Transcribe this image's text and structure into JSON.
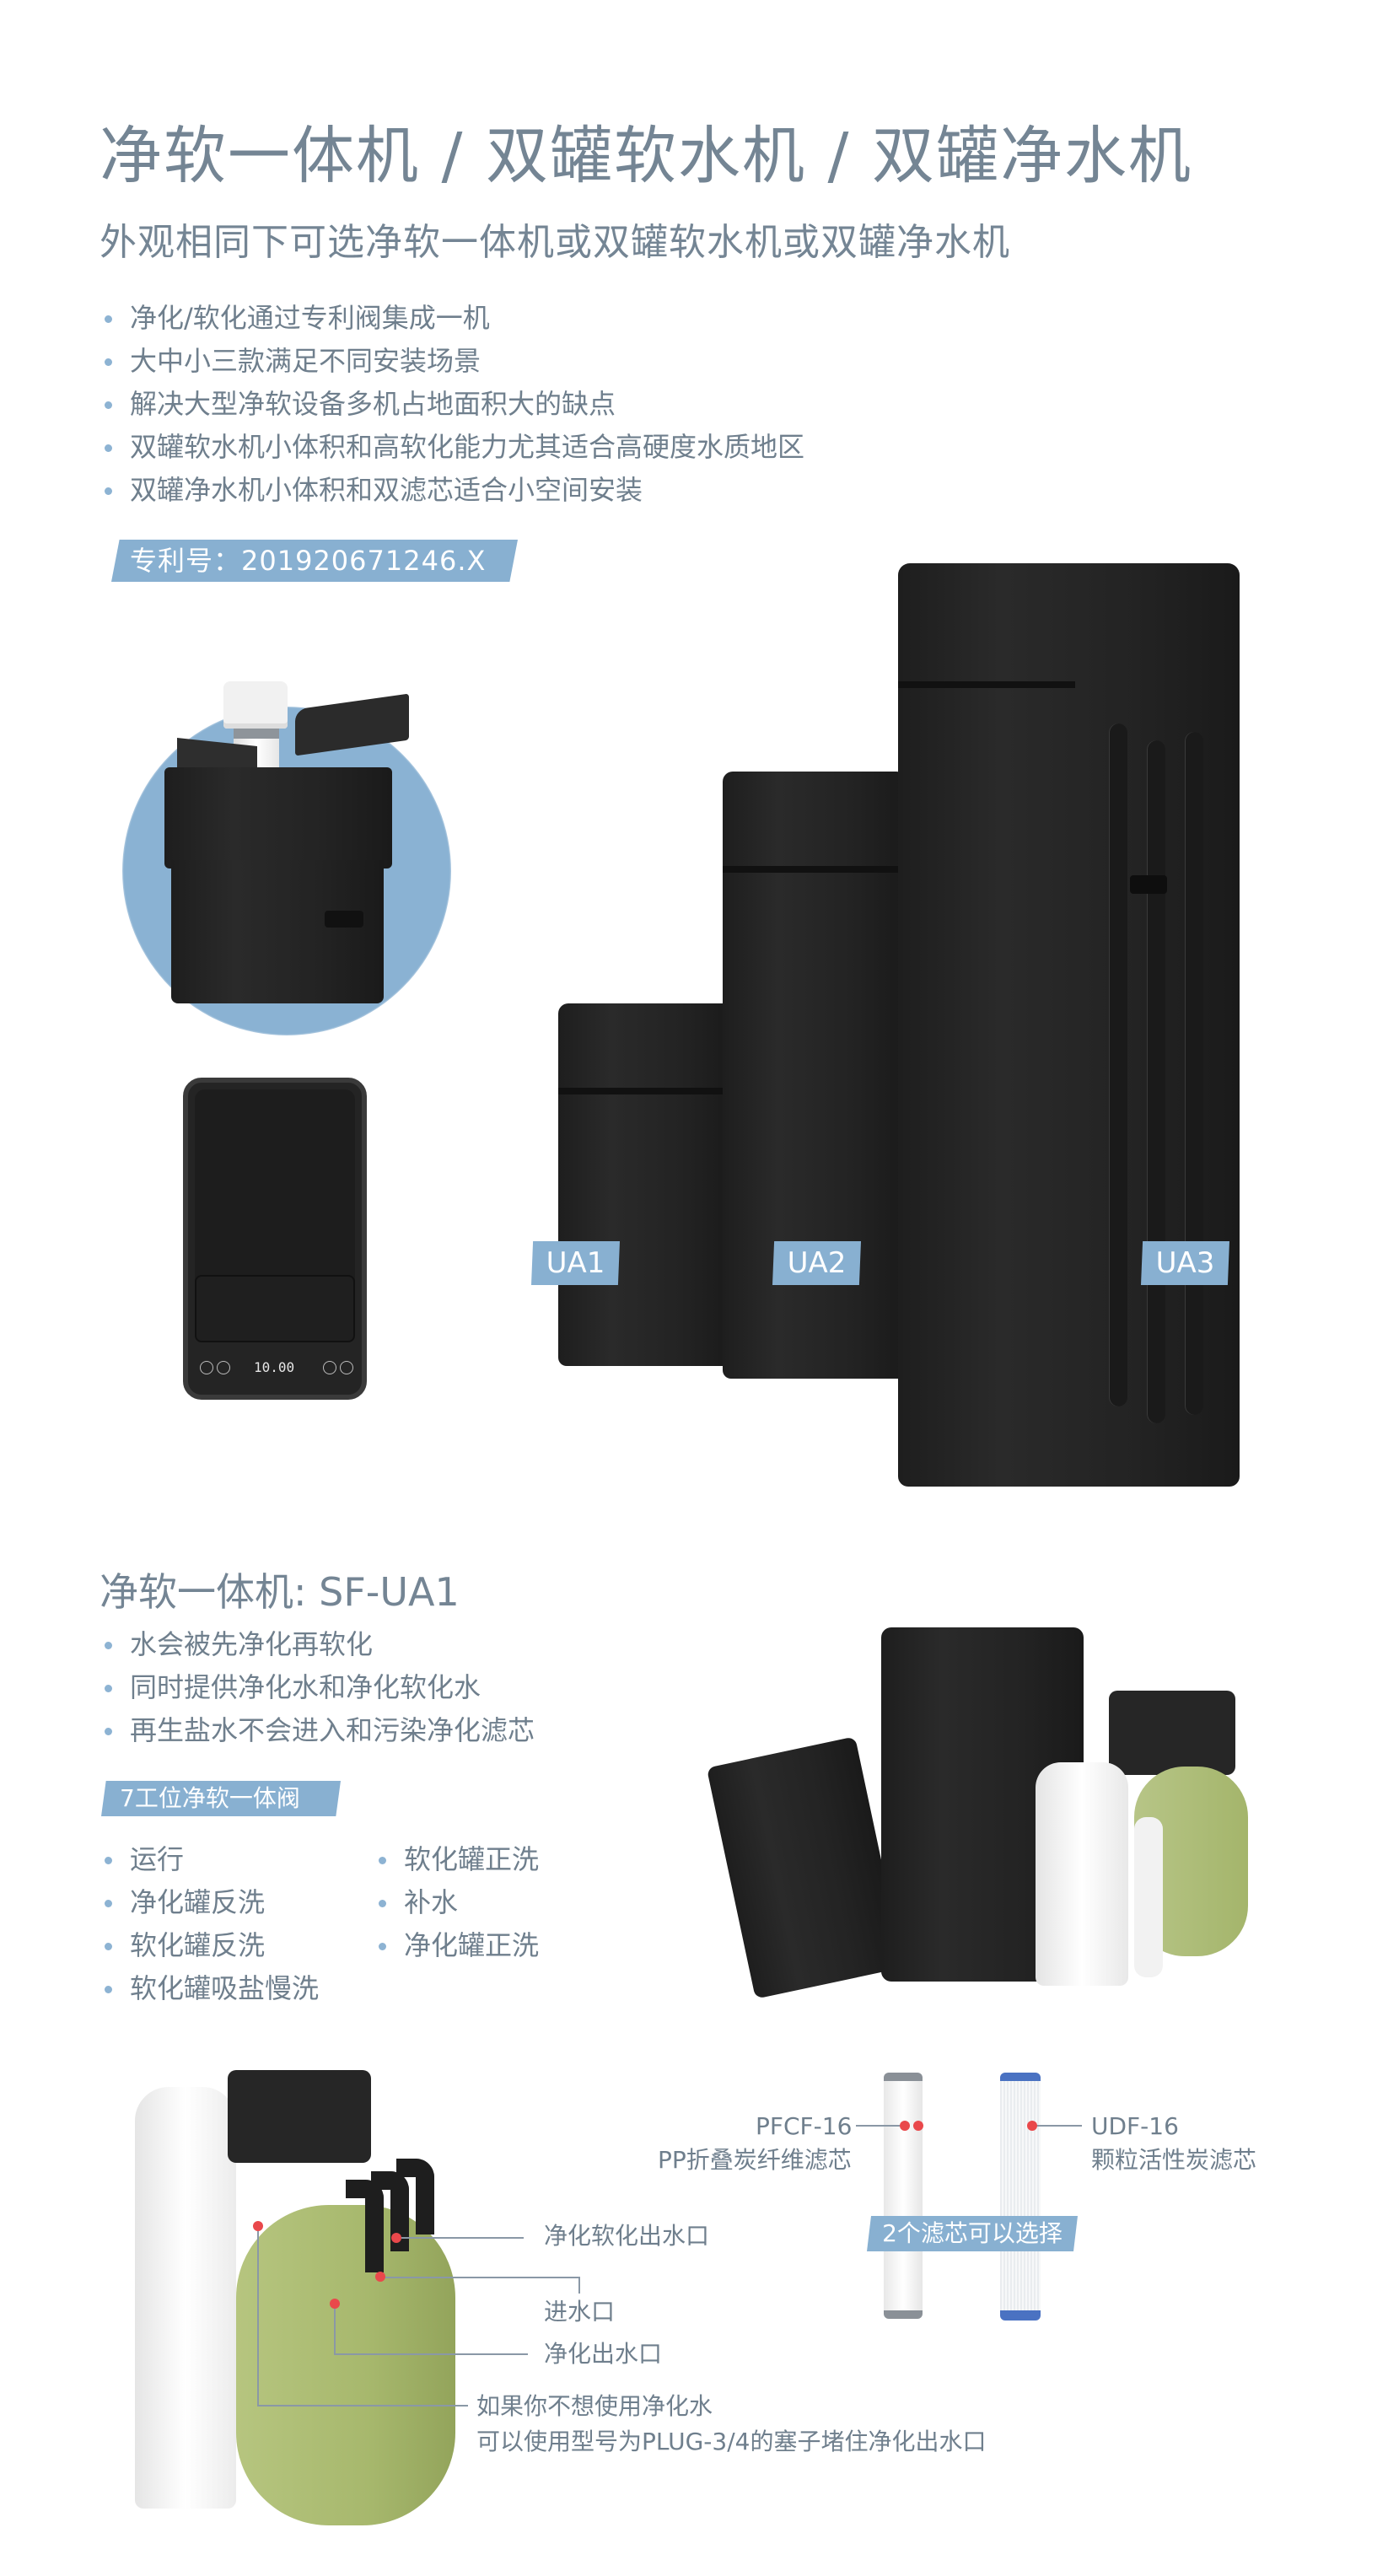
{
  "header": {
    "title": "净软一体机 / 双罐软水机 / 双罐净水机",
    "subtitle": "外观相同下可选净软一体机或双罐软水机或双罐净水机"
  },
  "features": [
    "净化/软化通过专利阀集成一机",
    "大中小三款满足不同安装场景",
    "解决大型净软设备多机占地面积大的缺点",
    "双罐软水机小体积和高软化能力尤其适合高硬度水质地区",
    "双罐净水机小体积和双滤芯适合小空间安装"
  ],
  "patent": {
    "label": "专利号：201920671246.X"
  },
  "top_view": {
    "display_value": "10.00"
  },
  "models": [
    {
      "label": "UA1"
    },
    {
      "label": "UA2"
    },
    {
      "label": "UA3"
    }
  ],
  "section2": {
    "title": "净软一体机: SF-UA1",
    "features": [
      "水会被先净化再软化",
      "同时提供净化水和净化软化水",
      "再生盐水不会进入和污染净化滤芯"
    ],
    "valve_tag": "7工位净软一体阀",
    "modes": [
      "运行",
      "软化罐正洗",
      "净化罐反洗",
      "补水",
      "软化罐反洗",
      "净化罐正洗",
      "软化罐吸盐慢洗"
    ]
  },
  "diagram": {
    "callouts": {
      "soft_outlet": "净化软化出水口",
      "inlet": "进水口",
      "pure_outlet": "净化出水口",
      "note_line1": "如果你不想使用净化水",
      "note_line2": "可以使用型号为PLUG-3/4的塞子堵住净化出水口"
    },
    "filters": [
      {
        "model": "PFCF-16",
        "desc": "PP折叠炭纤维滤芯"
      },
      {
        "model": "UDF-16",
        "desc": "颗粒活性炭滤芯"
      }
    ],
    "filter_tag": "2个滤芯可以选择"
  },
  "colors": {
    "text": "#748594",
    "accent_blue": "#88b0d1",
    "dot_red": "#e9484b",
    "tank_green": "#a9bb72",
    "device_black": "#222222"
  }
}
